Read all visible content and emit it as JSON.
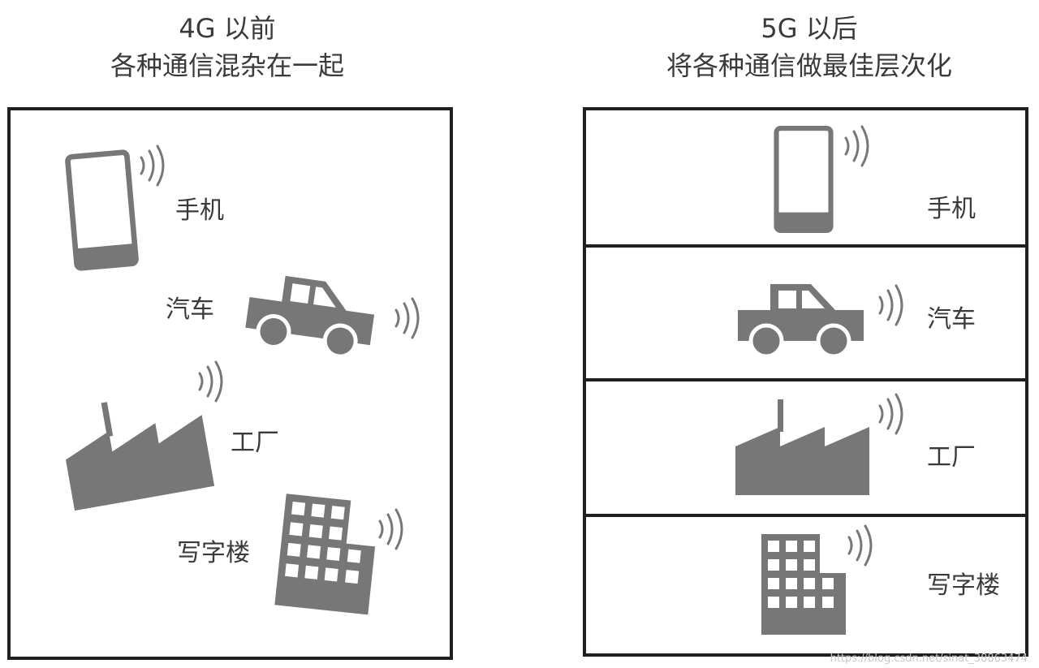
{
  "left": {
    "title": "4G 以前",
    "subtitle": "各种通信混杂在一起",
    "labels": {
      "phone": "手机",
      "car": "汽车",
      "factory": "工厂",
      "office": "写字楼"
    }
  },
  "right": {
    "title": "5G 以后",
    "subtitle": "将各种通信做最佳层次化",
    "labels": {
      "phone": "手机",
      "car": "汽车",
      "factory": "工厂",
      "office": "写字楼"
    }
  },
  "watermark": "https://blog.csdn.net/sinat_38863474",
  "colors": {
    "icon": "#777777",
    "border": "#1f1f1f",
    "text": "#3a3a3a"
  }
}
